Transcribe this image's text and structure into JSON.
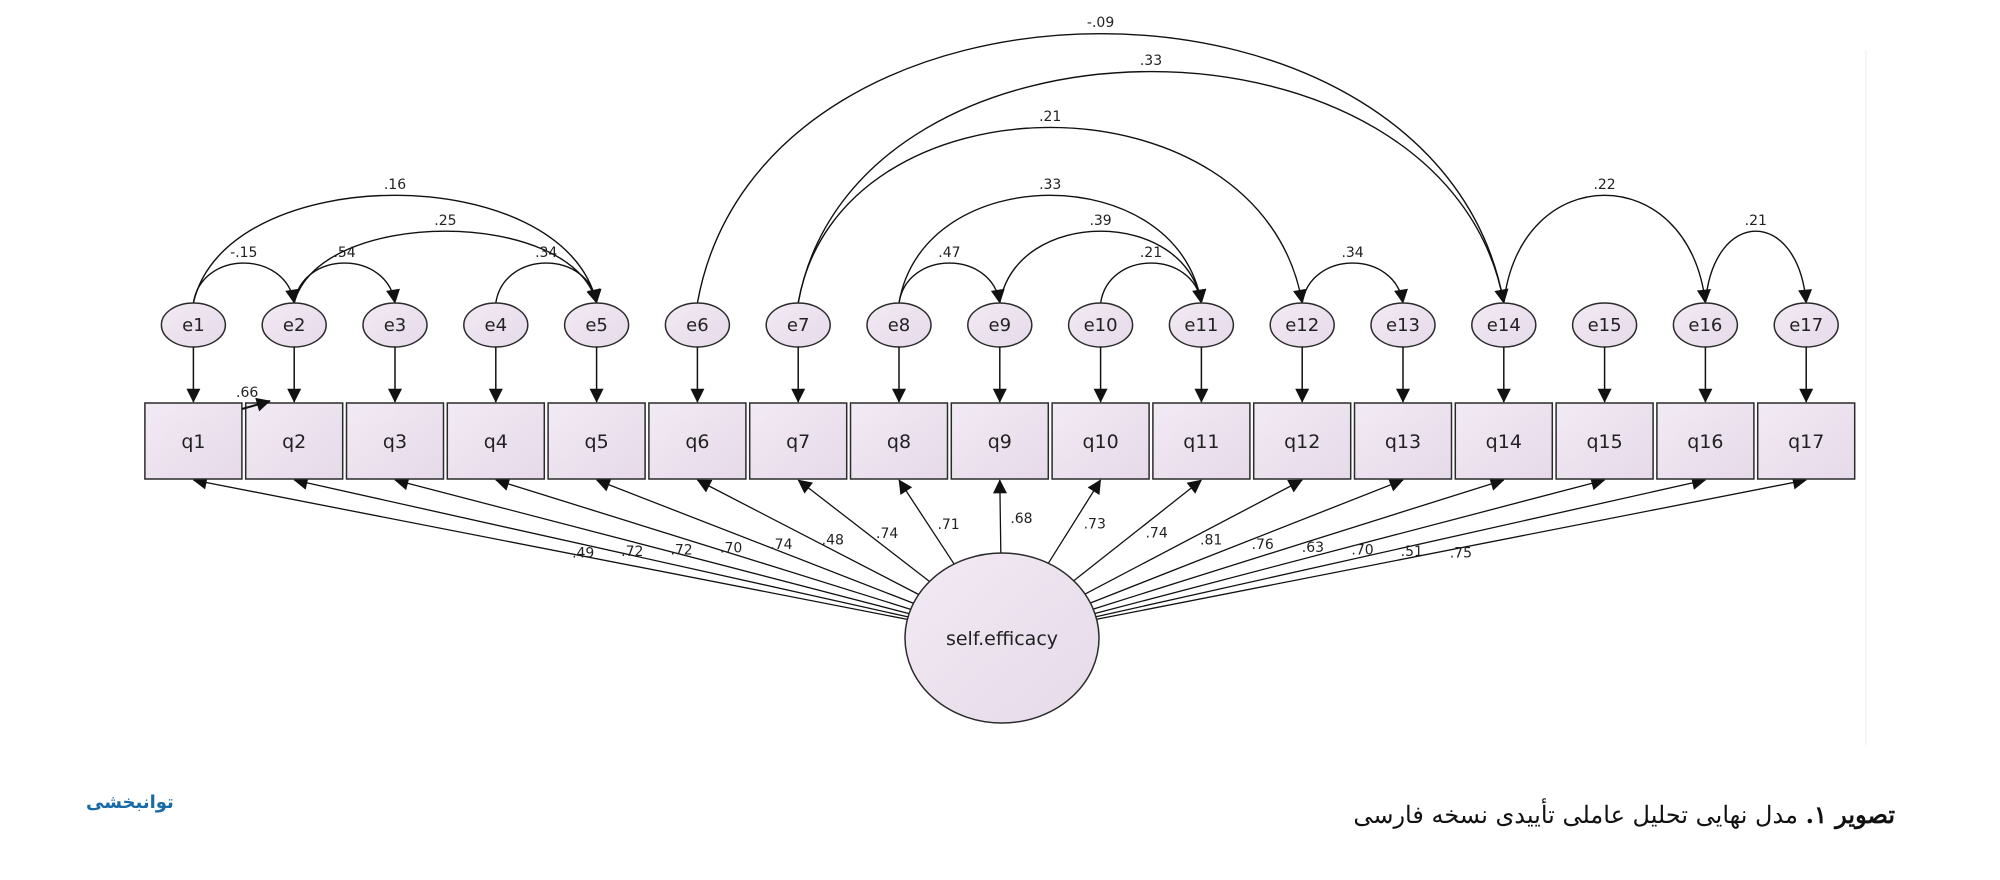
{
  "figure": {
    "observed": [
      "q1",
      "q2",
      "q3",
      "q4",
      "q5",
      "q6",
      "q7",
      "q8",
      "q9",
      "q10",
      "q11",
      "q12",
      "q13",
      "q14",
      "q15",
      "q16",
      "q17"
    ],
    "errors": [
      "e1",
      "e2",
      "e3",
      "e4",
      "e5",
      "e6",
      "e7",
      "e8",
      "e9",
      "e10",
      "e11",
      "e12",
      "e13",
      "e14",
      "e15",
      "e16",
      "e17"
    ],
    "latent": "self.efficacy",
    "loadings": [
      ".49",
      ".72",
      ".72",
      ".70",
      ".74",
      ".48",
      ".74",
      ".71",
      ".68",
      ".73",
      ".74",
      ".81",
      ".76",
      ".63",
      ".70",
      ".51",
      ".75"
    ],
    "covariances": [
      {
        "from": 1,
        "to": 2,
        "label": "-.15",
        "level": 1
      },
      {
        "from": 2,
        "to": 3,
        "label": ".54",
        "level": 1
      },
      {
        "from": 4,
        "to": 5,
        "label": ".34",
        "level": 1
      },
      {
        "from": 1,
        "to": 5,
        "label": ".16",
        "level": 3
      },
      {
        "from": 2,
        "to": 5,
        "label": ".25",
        "level": 2
      },
      {
        "from": 8,
        "to": 9,
        "label": ".47",
        "level": 1
      },
      {
        "from": 10,
        "to": 11,
        "label": ".21",
        "level": 1
      },
      {
        "from": 9,
        "to": 11,
        "label": ".39",
        "level": 2
      },
      {
        "from": 8,
        "to": 11,
        "label": ".33",
        "level": 3
      },
      {
        "from": 12,
        "to": 13,
        "label": ".34",
        "level": 1
      },
      {
        "from": 7,
        "to": 12,
        "label": ".21",
        "level": 4
      },
      {
        "from": 7,
        "to": 14,
        "label": ".33",
        "level": 5
      },
      {
        "from": 6,
        "to": 14,
        "label": "-.09",
        "level": 6
      },
      {
        "from": 14,
        "to": 16,
        "label": ".22",
        "level": 3
      },
      {
        "from": 16,
        "to": 17,
        "label": ".21",
        "level": 2
      }
    ],
    "extra_label": ".66"
  },
  "caption": {
    "bold": "تصویر ۱.",
    "text": " مدل نهایی تحلیل عاملی تأییدی نسخه فارسی"
  },
  "logo": "توانبخشی",
  "colors": {
    "fill": "#ece2ee",
    "stroke": "#2b2b2b",
    "logo": "#1a6aa8"
  }
}
